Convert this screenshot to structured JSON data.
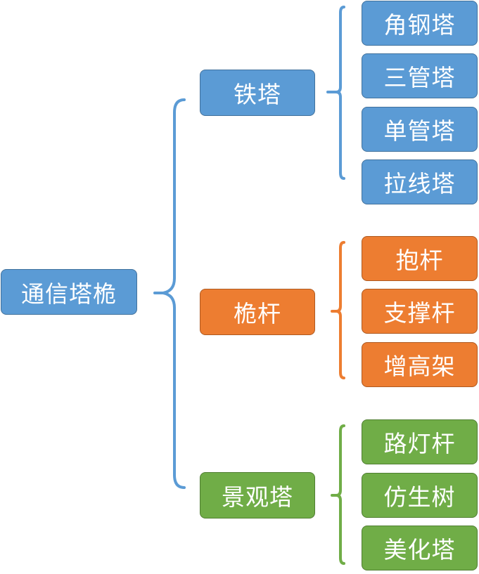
{
  "root": {
    "label": "通信塔桅",
    "color": "#5b9bd5"
  },
  "branches": [
    {
      "label": "铁塔",
      "color": "#5b9bd5",
      "children": [
        "角钢塔",
        "三管塔",
        "单管塔",
        "拉线塔"
      ]
    },
    {
      "label": "桅杆",
      "color": "#ed7d31",
      "children": [
        "抱杆",
        "支撑杆",
        "增高架"
      ]
    },
    {
      "label": "景观塔",
      "color": "#70ad47",
      "children": [
        "路灯杆",
        "仿生树",
        "美化塔"
      ]
    }
  ]
}
